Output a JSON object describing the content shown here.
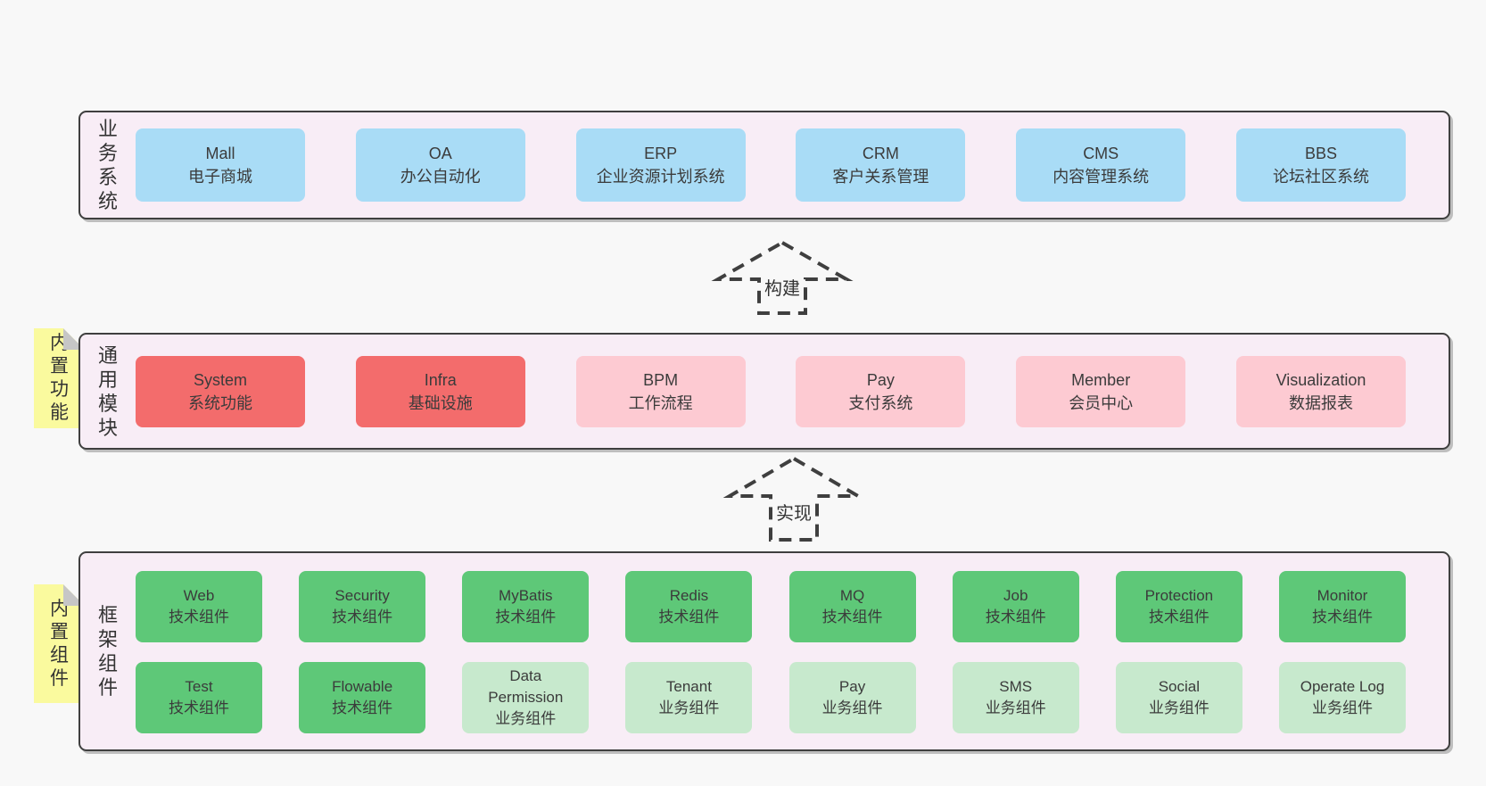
{
  "colors": {
    "page_bg": "#f8f8f8",
    "band_bg": "#f8edf6",
    "band_border": "#3f3f3f",
    "blue_box": "#a9dcf6",
    "red_box": "#f36c6c",
    "pink_box": "#fdcad2",
    "green_box": "#5ec878",
    "light_green_box": "#c7e9cd",
    "note_bg": "#fafa9e",
    "note_fold": "#c6c6c6",
    "text": "#3b3b3b"
  },
  "arrows": [
    {
      "label": "构建"
    },
    {
      "label": "实现"
    }
  ],
  "bands": [
    {
      "label": "业务系统",
      "boxes": [
        {
          "name": "Mall",
          "desc": "电子商城"
        },
        {
          "name": "OA",
          "desc": "办公自动化"
        },
        {
          "name": "ERP",
          "desc": "企业资源计划系统"
        },
        {
          "name": "CRM",
          "desc": "客户关系管理"
        },
        {
          "name": "CMS",
          "desc": "内容管理系统"
        },
        {
          "name": "BBS",
          "desc": "论坛社区系统"
        }
      ]
    },
    {
      "label": "通用模块",
      "note": "内置功能",
      "boxes": [
        {
          "name": "System",
          "desc": "系统功能"
        },
        {
          "name": "Infra",
          "desc": "基础设施"
        },
        {
          "name": "BPM",
          "desc": "工作流程"
        },
        {
          "name": "Pay",
          "desc": "支付系统"
        },
        {
          "name": "Member",
          "desc": "会员中心"
        },
        {
          "name": "Visualization",
          "desc": "数据报表"
        }
      ]
    },
    {
      "label": "框架组件",
      "note": "内置组件",
      "rows": [
        [
          {
            "name": "Web",
            "desc": "技术组件"
          },
          {
            "name": "Security",
            "desc": "技术组件"
          },
          {
            "name": "MyBatis",
            "desc": "技术组件"
          },
          {
            "name": "Redis",
            "desc": "技术组件"
          },
          {
            "name": "MQ",
            "desc": "技术组件"
          },
          {
            "name": "Job",
            "desc": "技术组件"
          },
          {
            "name": "Protection",
            "desc": "技术组件"
          },
          {
            "name": "Monitor",
            "desc": "技术组件"
          }
        ],
        [
          {
            "name": "Test",
            "desc": "技术组件"
          },
          {
            "name": "Flowable",
            "desc": "技术组件"
          },
          {
            "name": "Data Permission",
            "desc": "业务组件"
          },
          {
            "name": "Tenant",
            "desc": "业务组件"
          },
          {
            "name": "Pay",
            "desc": "业务组件"
          },
          {
            "name": "SMS",
            "desc": "业务组件"
          },
          {
            "name": "Social",
            "desc": "业务组件"
          },
          {
            "name": "Operate Log",
            "desc": "业务组件"
          }
        ]
      ]
    }
  ]
}
